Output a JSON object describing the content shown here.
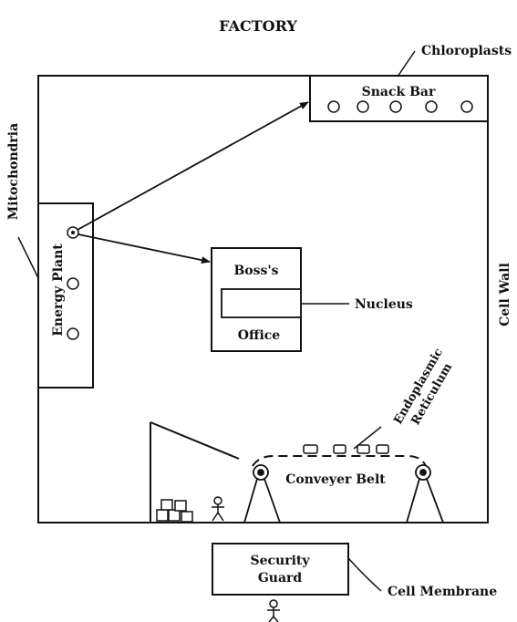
{
  "title": "FACTORY",
  "labels": {
    "chloroplasts": "Chloroplasts",
    "snack_bar": "Snack Bar",
    "mitochondria": "Mitochondria",
    "energy_plant": "Energy Plant",
    "boss_line1": "Boss's",
    "boss_line2": "Office",
    "nucleus": "Nucleus",
    "cell_wall": "Cell Wall",
    "er_line1": "Endoplasmic",
    "er_line2": "Reticulum",
    "conveyer_belt": "Conveyer Belt",
    "security_line1": "Security",
    "security_line2": "Guard",
    "cell_membrane": "Cell Membrane"
  }
}
